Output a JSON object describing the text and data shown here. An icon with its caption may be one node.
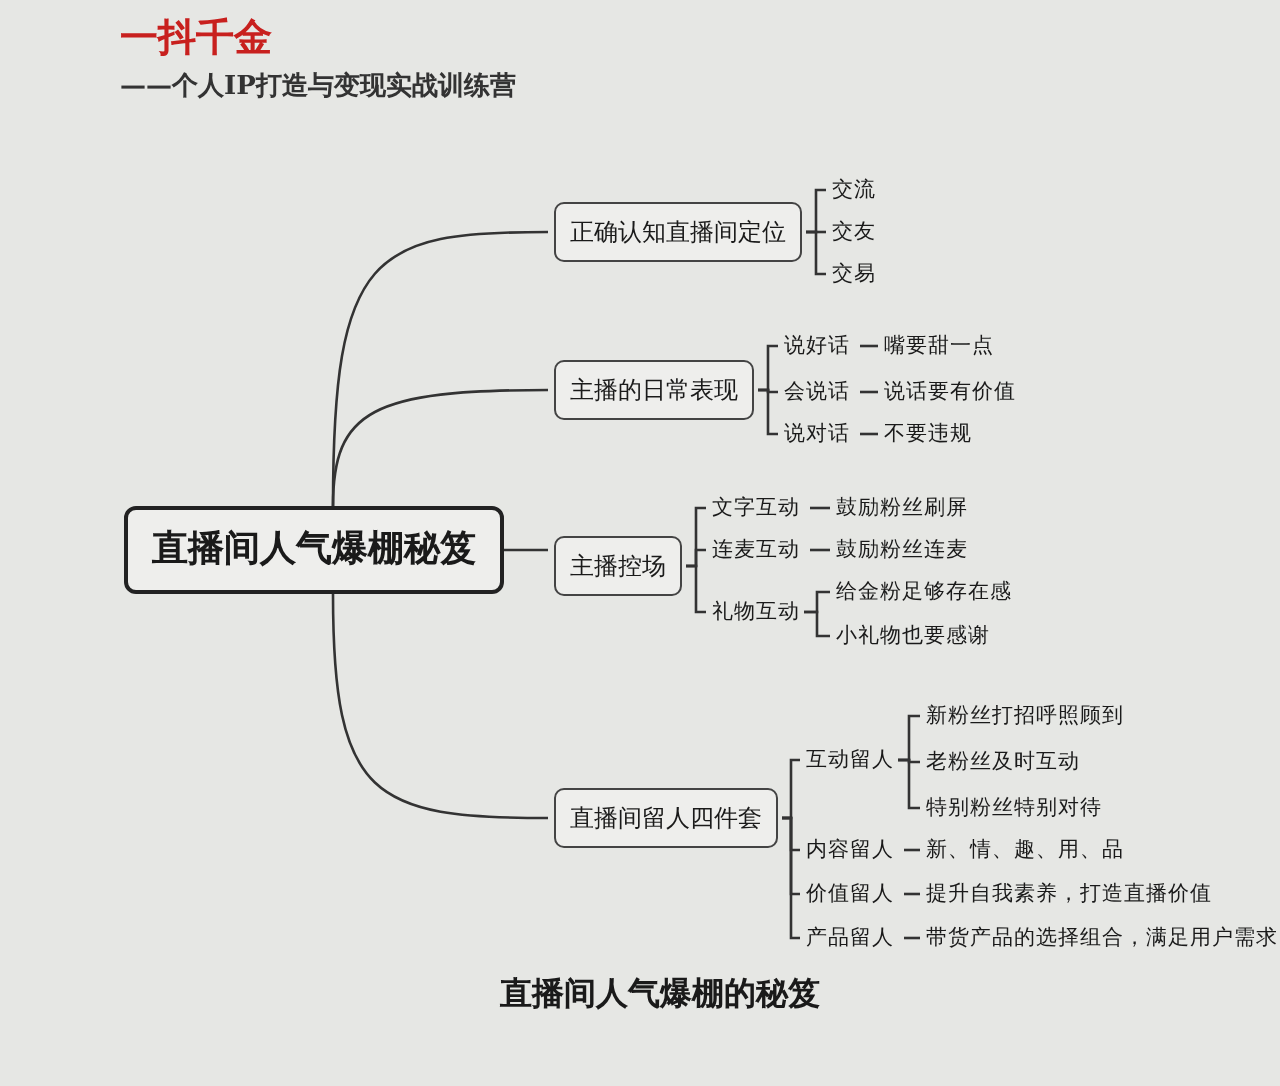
{
  "diagram": {
    "title": "一抖千金",
    "caption": "直播间人气爆棚的秘笈",
    "nodes": [
      {
        "text": [
          "直播间人气爆棚秘笈"
        ]
      },
      {
        "text": [
          "正确认知直播间定位"
        ]
      },
      {
        "text": [
          "交流"
        ]
      },
      {
        "text": [
          "交友"
        ]
      },
      {
        "text": [
          "交易"
        ]
      },
      {
        "text": [
          "主播的日常表现"
        ]
      },
      {
        "text": [
          "说好话"
        ]
      },
      {
        "text": [
          "嘴要甜一点"
        ]
      },
      {
        "text": [
          "会说话"
        ]
      },
      {
        "text": [
          "说话要有价值"
        ]
      },
      {
        "text": [
          "说对话"
        ]
      },
      {
        "text": [
          "不要违规"
        ]
      },
      {
        "text": [
          "主播控场"
        ]
      },
      {
        "text": [
          "文字互动"
        ]
      },
      {
        "text": [
          "鼓励粉丝刷屏"
        ]
      },
      {
        "text": [
          "连麦互动"
        ]
      },
      {
        "text": [
          "鼓励粉丝连麦"
        ]
      },
      {
        "text": [
          "礼物互动"
        ]
      },
      {
        "text": [
          "给金粉足够存在感"
        ]
      },
      {
        "text": [
          "小礼物也要感谢"
        ]
      },
      {
        "text": [
          "直播间留人四件套"
        ]
      },
      {
        "text": [
          "互动留人"
        ]
      },
      {
        "text": [
          "新粉丝打招呼照顾到"
        ]
      },
      {
        "text": [
          "老粉丝及时互动"
        ]
      },
      {
        "text": [
          "特别粉丝特别对待"
        ]
      },
      {
        "text": [
          "内容留人"
        ]
      },
      {
        "text": [
          "新、情、趣、用、品"
        ]
      },
      {
        "text": [
          "价值留人"
        ]
      },
      {
        "text": [
          "提升自我素养，打造直播价值"
        ]
      },
      {
        "text": [
          "产品留人"
        ]
      },
      {
        "text": [
          "带货产品的选择组合，满足用户需求"
        ]
      }
    ],
    "edges": [
      {
        "from": 0,
        "to": 1,
        "arrow": "none"
      },
      {
        "from": 0,
        "to": 5,
        "arrow": "none"
      },
      {
        "from": 0,
        "to": 12,
        "arrow": "none"
      },
      {
        "from": 0,
        "to": 20,
        "arrow": "none"
      },
      {
        "from": 1,
        "to": 2,
        "arrow": "none"
      },
      {
        "from": 1,
        "to": 3,
        "arrow": "none"
      },
      {
        "from": 1,
        "to": 4,
        "arrow": "none"
      },
      {
        "from": 5,
        "to": 6,
        "arrow": "none"
      },
      {
        "from": 5,
        "to": 8,
        "arrow": "none"
      },
      {
        "from": 5,
        "to": 10,
        "arrow": "none"
      },
      {
        "from": 6,
        "to": 7,
        "arrow": "none"
      },
      {
        "from": 8,
        "to": 9,
        "arrow": "none"
      },
      {
        "from": 10,
        "to": 11,
        "arrow": "none"
      },
      {
        "from": 12,
        "to": 13,
        "arrow": "none"
      },
      {
        "from": 12,
        "to": 15,
        "arrow": "none"
      },
      {
        "from": 12,
        "to": 17,
        "arrow": "none"
      },
      {
        "from": 13,
        "to": 14,
        "arrow": "none"
      },
      {
        "from": 15,
        "to": 16,
        "arrow": "none"
      },
      {
        "from": 17,
        "to": 18,
        "arrow": "none"
      },
      {
        "from": 17,
        "to": 19,
        "arrow": "none"
      },
      {
        "from": 20,
        "to": 21,
        "arrow": "none"
      },
      {
        "from": 20,
        "to": 25,
        "arrow": "none"
      },
      {
        "from": 20,
        "to": 27,
        "arrow": "none"
      },
      {
        "from": 20,
        "to": 29,
        "arrow": "none"
      },
      {
        "from": 21,
        "to": 22,
        "arrow": "none"
      },
      {
        "from": 21,
        "to": 23,
        "arrow": "none"
      },
      {
        "from": 21,
        "to": 24,
        "arrow": "none"
      },
      {
        "from": 25,
        "to": 26,
        "arrow": "none"
      },
      {
        "from": 27,
        "to": 28,
        "arrow": "none"
      },
      {
        "from": 29,
        "to": 30,
        "arrow": "none"
      }
    ],
    "labels": [
      "——个人IP打造与变现实战训练营"
    ]
  }
}
